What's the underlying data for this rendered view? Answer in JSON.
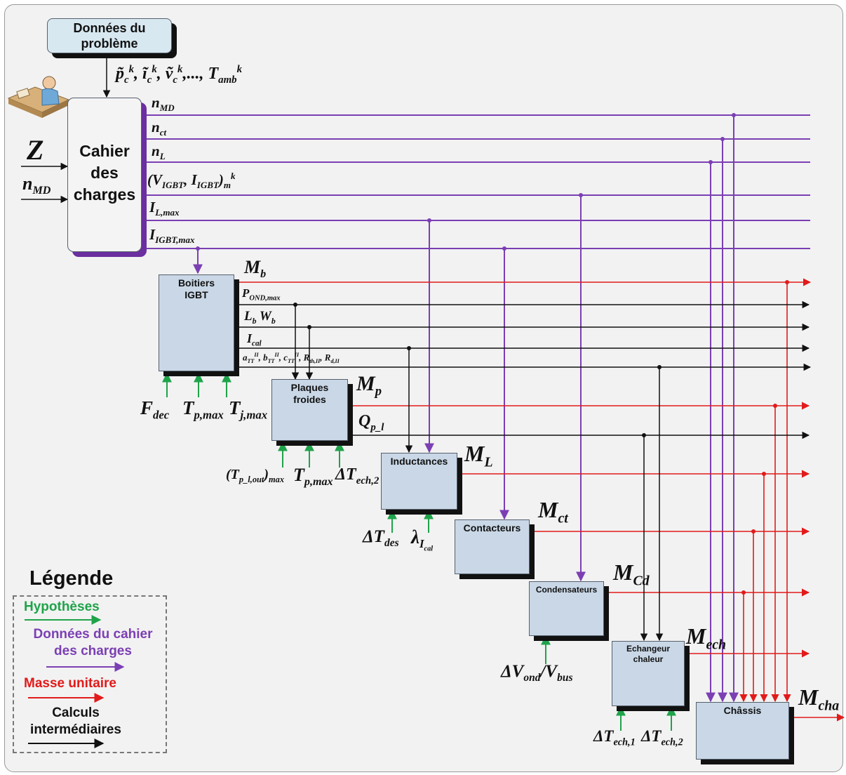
{
  "boxes": {
    "donnees": "Données du problème",
    "cahier": "Cahier des charges",
    "boitiers": "Boitiers IGBT",
    "plaques": "Plaques froides",
    "inductances": "Inductances",
    "contacteurs": "Contacteurs",
    "condensateurs": "Condensateurs",
    "echangeur": "Echangeur chaleur",
    "chassis": "Châssis"
  },
  "labels": {
    "problem_inputs": [
      "p̃",
      "c",
      "k",
      ", ",
      "ĩ",
      "c",
      "k",
      ", ",
      "ṽ",
      "c",
      "k",
      ",..., ",
      "T",
      "amb",
      "k"
    ],
    "z": "Z",
    "n_md_in": [
      "n",
      "MD"
    ],
    "cdc_outputs": {
      "n_md": [
        "n",
        "MD"
      ],
      "n_ct": [
        "n",
        "ct"
      ],
      "n_l": [
        "n",
        "L"
      ],
      "v_igbt": [
        "(V",
        "IGBT",
        ", I",
        "IGBT",
        ")",
        "m",
        "k"
      ],
      "i_l_max": [
        "I",
        "L,max"
      ],
      "i_igbt_max": [
        "I",
        "IGBT,max"
      ]
    },
    "igbt_outputs": {
      "m_b": [
        "M",
        "b"
      ],
      "p_ond": [
        "P",
        "OND,max"
      ],
      "lb_wb": [
        "L",
        "b",
        " W",
        "b"
      ],
      "i_cal": [
        "I",
        "cal"
      ],
      "coeffs": [
        "a",
        "TT",
        "II",
        ", b",
        "TT",
        "II",
        ", c",
        "TT",
        "II",
        ", R",
        "th,II",
        ", R",
        "d,II"
      ]
    },
    "igbt_hyp": {
      "f_dec": [
        "F",
        "dec"
      ],
      "t_p_max": [
        "T",
        "p,max"
      ],
      "t_j_max": [
        "T",
        "j,max"
      ]
    },
    "plaques_outputs": {
      "m_p": [
        "M",
        "p"
      ],
      "q_p_l": [
        "Q",
        "p_l"
      ]
    },
    "plaques_hyp": {
      "t_p_l_out": [
        "(T",
        "p_l,out",
        ")",
        "max"
      ],
      "t_p_max": [
        "T",
        "p,max"
      ],
      "dt_ech2": [
        "ΔT",
        "ech,2"
      ]
    },
    "m_l": [
      "M",
      "L"
    ],
    "ind_hyp": {
      "dt_des": [
        "ΔT",
        "des"
      ],
      "lambda": [
        "λ",
        "I",
        "cal"
      ]
    },
    "m_ct": [
      "M",
      "ct"
    ],
    "m_cd": [
      "M",
      "Cd"
    ],
    "cond_hyp": [
      "ΔV",
      "ond",
      "/V",
      "bus"
    ],
    "m_ech": [
      "M",
      "ech"
    ],
    "ech_hyp": {
      "dt_ech1": [
        "ΔT",
        "ech,1"
      ],
      "dt_ech2": [
        "ΔT",
        "ech,2"
      ]
    },
    "m_cha": [
      "M",
      "cha"
    ]
  },
  "legend": {
    "title": "Légende",
    "items": [
      {
        "text": "Hypothèses",
        "color": "#1fa34a"
      },
      {
        "text": "Données du cahier des charges",
        "color": "#7b3fb3"
      },
      {
        "text": "Masse unitaire",
        "color": "#e21a1a"
      },
      {
        "text": "Calculs intermédiaires",
        "color": "#111111"
      }
    ]
  },
  "colors": {
    "hypothesis": "#1fa34a",
    "spec_data": "#7b3fb3",
    "unit_mass": "#e21a1a",
    "intermediate": "#111111"
  }
}
